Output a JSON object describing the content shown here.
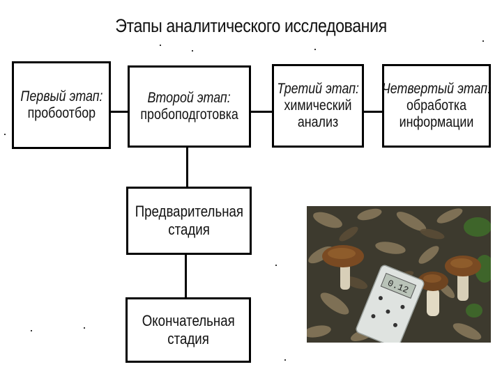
{
  "title": "Этапы аналитического исследования",
  "stages": [
    {
      "label": "Первый этап:",
      "name": "пробоотбор"
    },
    {
      "label": "Второй этап:",
      "name": "пробоподготовка"
    },
    {
      "label": "Третий этап:",
      "name": "химический анализ"
    },
    {
      "label": "Четвертый этап:",
      "name": "обработка информации"
    }
  ],
  "sub_stages": [
    {
      "line1": "Предварительная",
      "line2": "стадия"
    },
    {
      "line1": "Окончательная",
      "line2": "стадия"
    }
  ],
  "photo": {
    "device_display": "0.12",
    "colors": {
      "ground": "#3d3a2e",
      "leaf": "#8a7a5c",
      "moss": "#3f6a2a",
      "cap": "#7a4a22",
      "stem": "#d8cfb8",
      "device": "#dfe3e0"
    }
  }
}
